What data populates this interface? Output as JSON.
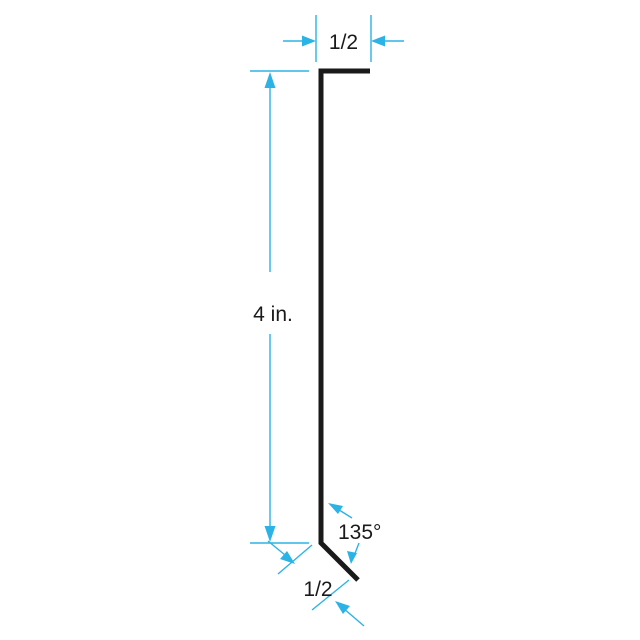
{
  "diagram": {
    "top_flange_label": "1/2",
    "height_label": "4 in.",
    "angle_label": "135°",
    "bottom_flange_label": "1/2"
  },
  "colors": {
    "dimension": "#2bb3e6",
    "profile": "#1a1a1a",
    "background": "#ffffff"
  }
}
